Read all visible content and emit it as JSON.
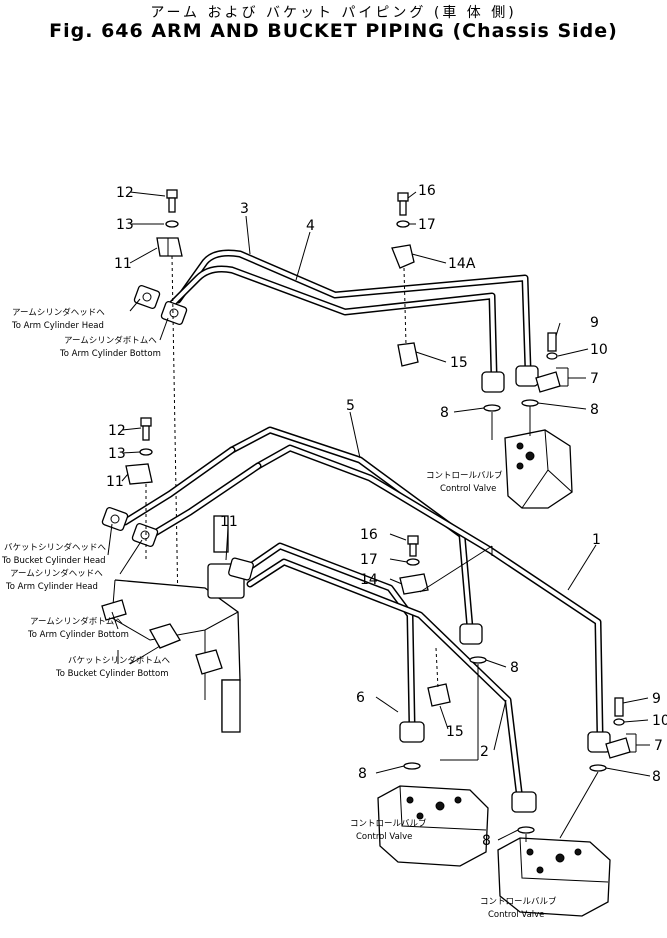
{
  "title_jp": "アーム および バケット パイピング (車 体 側)",
  "title_en": "Fig. 646 ARM AND BUCKET PIPING (Chassis Side)",
  "callouts": [
    "1",
    "2",
    "3",
    "4",
    "5",
    "6",
    "7",
    "7",
    "8",
    "8",
    "8",
    "8",
    "8",
    "8",
    "9",
    "9",
    "10",
    "10",
    "11",
    "11",
    "11",
    "12",
    "12",
    "13",
    "13",
    "14",
    "14A",
    "15",
    "15",
    "16",
    "16",
    "17",
    "17"
  ],
  "labels": {
    "arm_head_jp": "アームシリンダヘッドへ",
    "arm_head_en": "To Arm Cylinder Head",
    "arm_bottom_jp": "アームシリンダボトムへ",
    "arm_bottom_en": "To Arm Cylinder Bottom",
    "bucket_head_jp": "バケットシリンダヘッドへ",
    "bucket_head_en": "To Bucket Cylinder Head",
    "arm_head2_jp": "アームシリンダヘッドへ",
    "arm_head2_en": "To Arm Cylinder Head",
    "arm_bottom2_jp": "アームシリンダボトムへ",
    "arm_bottom2_en": "To Arm Cylinder Bottom",
    "bucket_bottom_jp": "バケットシリンダボトムへ",
    "bucket_bottom_en": "To Bucket Cylinder Bottom",
    "cv1_jp": "コントロールバルブ",
    "cv1_en": "Control Valve",
    "cv2_jp": "コントロールバルブ",
    "cv2_en": "Control Valve",
    "cv3_jp": "コントロールバルブ",
    "cv3_en": "Control Valve"
  }
}
